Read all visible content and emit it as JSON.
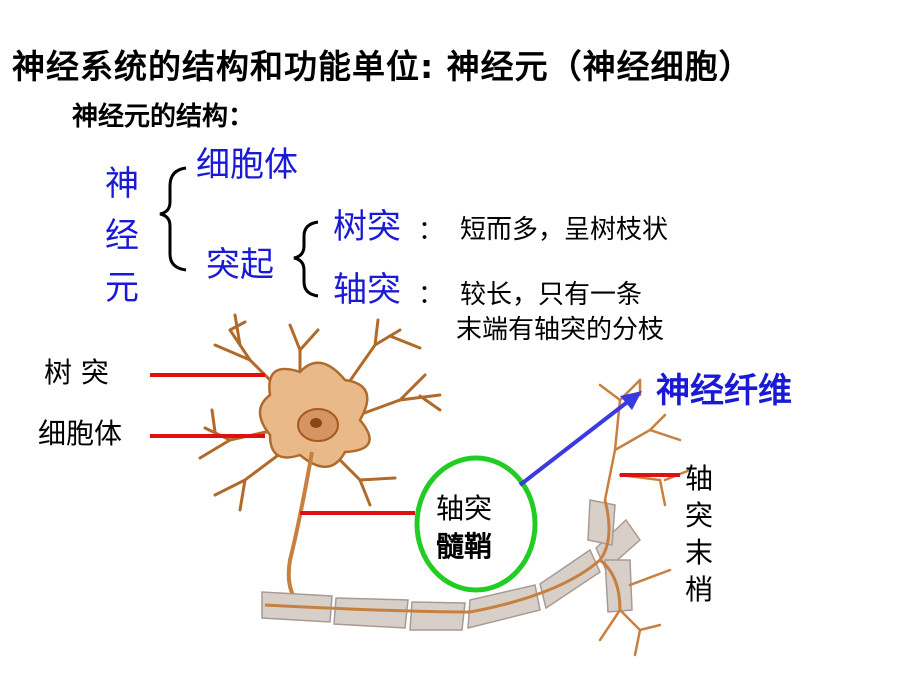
{
  "title": "神经系统的结构和功能单位: 神经元（神经细胞）",
  "subtitle": "神经元的结构：",
  "structure": {
    "root_chars": [
      "神",
      "经",
      "元"
    ],
    "cell_body": "细胞体",
    "process": "突起",
    "dendrite": {
      "name": "树突",
      "colon": "：",
      "desc": "短而多，呈树枝状"
    },
    "axon": {
      "name": "轴突",
      "colon": "：",
      "desc_line1": "较长，只有一条",
      "desc_line2": "末端有轴突的分枝"
    }
  },
  "labels": {
    "dendrite": "树  突",
    "cell_body": "细胞体",
    "circle_axon": "轴突",
    "circle_myelin": "髓鞘",
    "nerve_fiber": "神经纤维",
    "axon_terminal_chars": [
      "轴",
      "突",
      "末",
      "梢"
    ]
  },
  "colors": {
    "text_blue": "#1a1ad6",
    "pointer_red": "#e01010",
    "circle_green": "#22cc22",
    "arrow_blue": "#3a3ae0",
    "neuron_fill": "#e9b98a",
    "neuron_stroke": "#b06a2a",
    "myelin": "#d9cfc9"
  }
}
